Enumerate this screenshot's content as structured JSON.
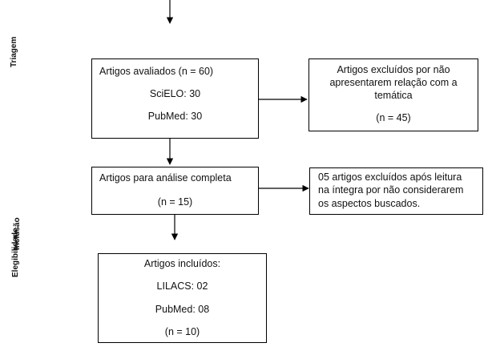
{
  "side_labels": {
    "triagem": "Triagem",
    "elegibilidade": "Elegibilidade",
    "inclusao": "Inclusão"
  },
  "boxes": {
    "avaliados": {
      "title": "Artigos avaliados (n = 60)",
      "line2": "SciELO: 30",
      "line3": "PubMed: 30"
    },
    "excluidos_tematica": {
      "line1": "Artigos excluídos por não",
      "line2": "apresentarem relação com a",
      "line3": "temática",
      "line4": "(n = 45)"
    },
    "analise_completa": {
      "title": "Artigos para análise completa",
      "line2": "(n = 15)"
    },
    "excluidos_leitura": {
      "line1": "05 artigos excluídos após leitura",
      "line2": "na íntegra por não considerarem",
      "line3": "os aspectos buscados."
    },
    "incluidos": {
      "title": "Artigos incluídos:",
      "line2": "LILACS: 02",
      "line3": "PubMed: 08",
      "line4": "(n = 10)"
    }
  },
  "colors": {
    "line": "#000000",
    "text": "#111111"
  }
}
